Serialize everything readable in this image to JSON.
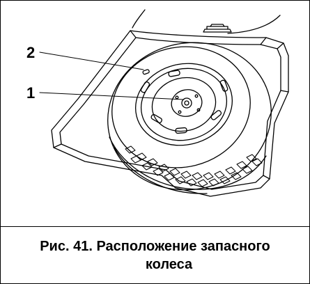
{
  "figure": {
    "callouts": [
      {
        "number": "1"
      },
      {
        "number": "2"
      }
    ],
    "caption": {
      "line1": "Рис. 41. Расположение запасного",
      "line2": "колеса"
    }
  },
  "colors": {
    "ink": "#000000",
    "paper": "#ffffff"
  }
}
